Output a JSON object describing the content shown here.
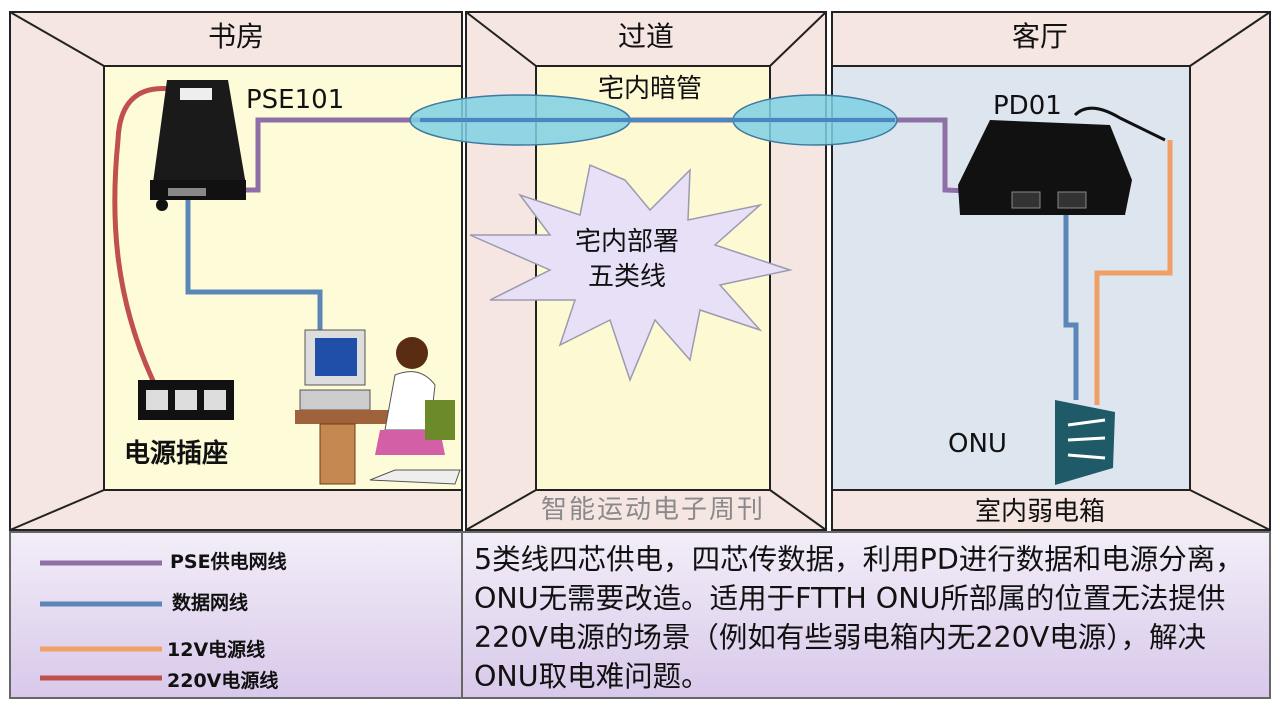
{
  "rooms": {
    "study": {
      "title": "书房",
      "device_label": "PSE101",
      "outlet_label": "电源插座"
    },
    "corridor": {
      "title": "过道",
      "conduit_label": "宅内暗管",
      "burst_line1": "宅内部署",
      "burst_line2": "五类线"
    },
    "living": {
      "title": "客厅",
      "device_label": "PD01",
      "onu_label": "ONU",
      "box_label": "室内弱电箱"
    }
  },
  "legend": [
    {
      "label": "PSE供电网线",
      "color": "#8e6fa6"
    },
    {
      "label": "数据网线",
      "color": "#5a86b8"
    },
    {
      "label": "12V电源线",
      "color": "#f0a066"
    },
    {
      "label": "220V电源线",
      "color": "#c0504d"
    }
  ],
  "description": "5类线四芯供电，四芯传数据，利用PD进行数据和电源分离，ONU无需要改造。适用于FTTH ONU所部属的位置无法提供220V电源的场景（例如有些弱电箱内无220V电源），解决ONU取电难问题。",
  "watermark": "智能运动电子周刊",
  "colors": {
    "conduit": "#7fd0e4",
    "burst": "#e8e0f6"
  }
}
